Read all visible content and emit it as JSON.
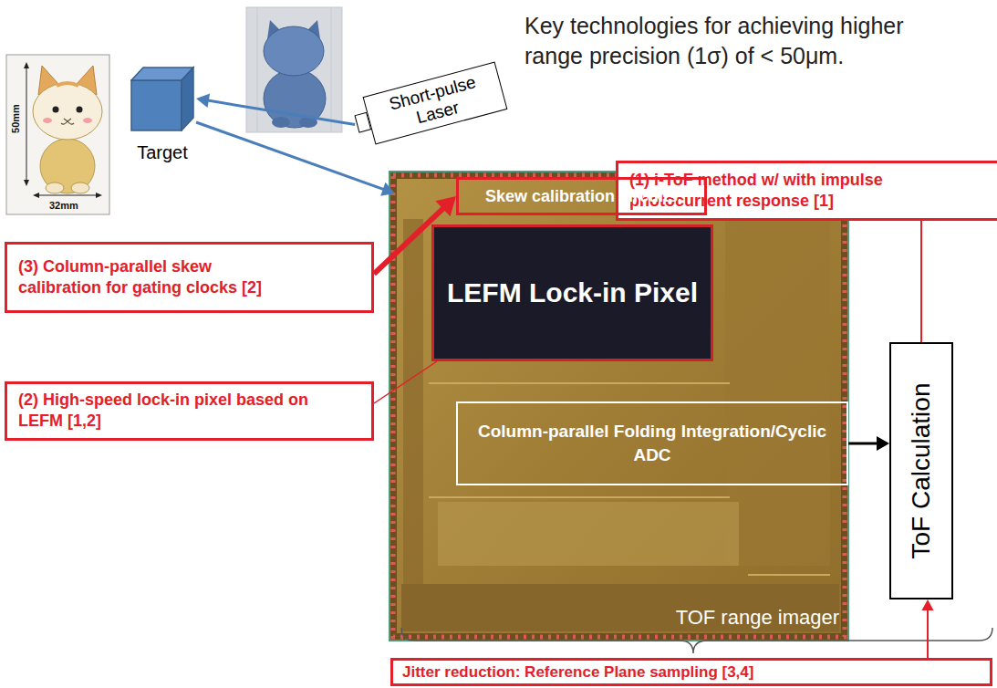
{
  "diagram": {
    "title": "Key technologies for achieving higher range precision (1σ) of < 50μm.",
    "nodes": [
      {
        "text": [
          "Short-pulse Laser"
        ]
      },
      {
        "text": [
          "Target"
        ]
      },
      {
        "text": [
          "(1) i-ToF method w/ with impulse photocurrent response [1]"
        ]
      },
      {
        "text": [
          "TOF range imager"
        ]
      },
      {
        "text": [
          "Skew calibration circuits"
        ],
        "in": 3
      },
      {
        "text": [
          "(3) Column-parallel skew calibration for gating clocks [2]"
        ]
      },
      {
        "text": [
          "LEFM Lock-in Pixel"
        ],
        "in": 3
      },
      {
        "text": [
          "(2) High-speed lock-in pixel based on LEFM [1,2]"
        ]
      },
      {
        "text": [
          "Column-parallel Folding Integration/Cyclic ADC"
        ],
        "in": 3
      },
      {
        "text": [
          "ToF Calculation"
        ]
      },
      {
        "text": [
          "Jitter reduction: Reference Plane sampling [3,4]"
        ]
      }
    ],
    "edges": [
      {
        "from": 0,
        "to": 1,
        "arrow": "to"
      },
      {
        "from": 1,
        "to": 3,
        "arrow": "to"
      },
      {
        "from": 2,
        "to": 9,
        "arrow": "none"
      },
      {
        "from": 5,
        "to": 4,
        "arrow": "to"
      },
      {
        "from": 7,
        "to": 6,
        "arrow": "none"
      },
      {
        "from": 8,
        "to": 9,
        "arrow": "to"
      },
      {
        "from": 10,
        "to": 9,
        "arrow": "to"
      }
    ],
    "labels": [
      "50mm",
      "32mm"
    ]
  }
}
